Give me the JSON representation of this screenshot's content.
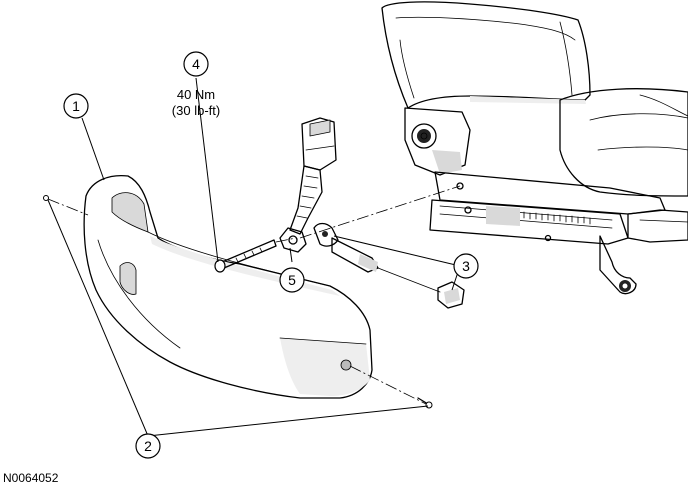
{
  "callouts": [
    {
      "id": "c1",
      "number": "1"
    },
    {
      "id": "c2",
      "number": "2"
    },
    {
      "id": "c3",
      "number": "3"
    },
    {
      "id": "c4",
      "number": "4"
    },
    {
      "id": "c5",
      "number": "5"
    }
  ],
  "torque_spec": {
    "line1": "40 Nm",
    "line2": "(30 lb-ft)"
  },
  "figure_id": "N0064052"
}
